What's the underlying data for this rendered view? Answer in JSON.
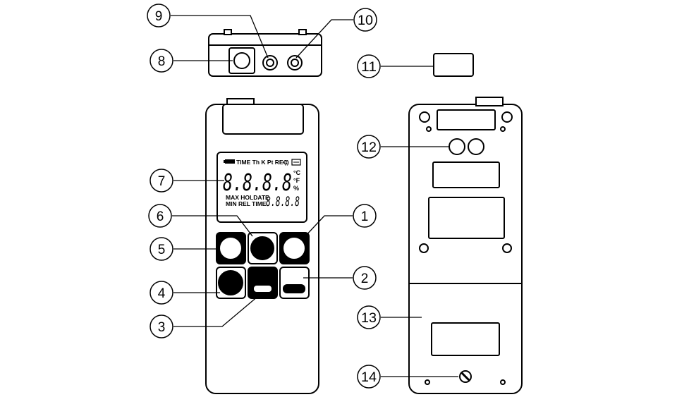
{
  "callouts": {
    "c1": "1",
    "c2": "2",
    "c3": "3",
    "c4": "4",
    "c5": "5",
    "c6": "6",
    "c7": "7",
    "c8": "8",
    "c9": "9",
    "c10": "10",
    "c11": "11",
    "c12": "12",
    "c13": "13",
    "c14": "14"
  },
  "lcd": {
    "status_line": "TIME Th K Pt REC",
    "main_digits": "8.8.8.8",
    "unit_c": "°C",
    "unit_f": "°F",
    "unit_pct": "%",
    "label_max_hold_date": "MAX HOLDATE",
    "label_min_rel_time": "MIN REL TIME",
    "sub_digits": "8.8.8.8"
  },
  "colors": {
    "ink": "#000000",
    "paper": "#ffffff"
  }
}
